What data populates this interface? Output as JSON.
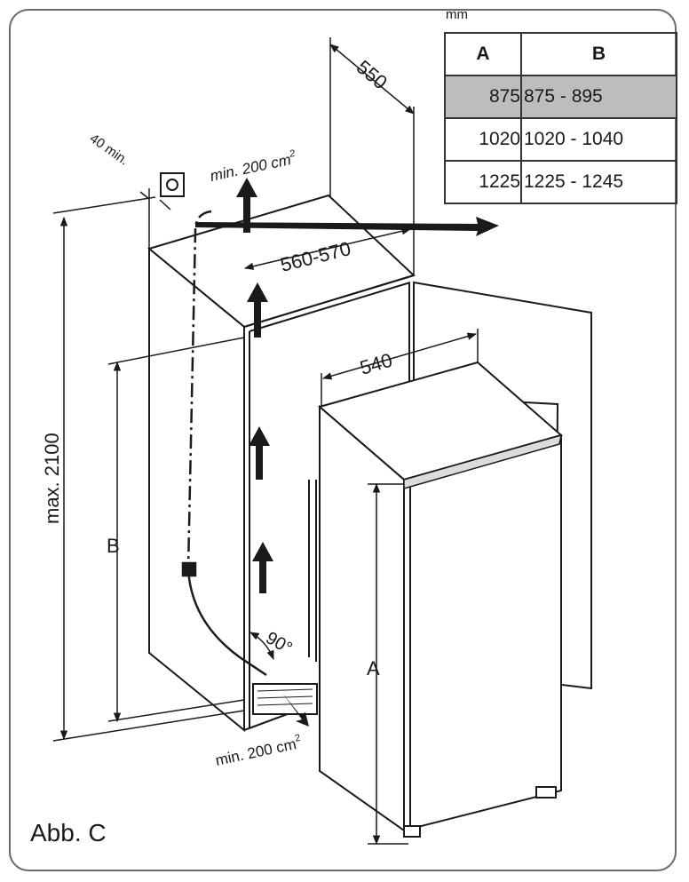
{
  "unit": "mm",
  "table": {
    "headers": [
      "A",
      "B"
    ],
    "rows": [
      {
        "a": "875",
        "b": "875 - 895",
        "highlighted": true
      },
      {
        "a": "1020",
        "b": "1020 - 1040",
        "highlighted": false
      },
      {
        "a": "1225",
        "b": "1225 - 1245",
        "highlighted": false
      }
    ]
  },
  "labels": {
    "depth": "550",
    "width_niche": "560-570",
    "width_appliance": "540",
    "height_max": "max. 2100",
    "niche_height": "B",
    "appliance_height": "A",
    "vent_top": "min. 200 cm",
    "vent_top_sup": "2",
    "vent_bottom": "min. 200 cm",
    "vent_bottom_sup": "2",
    "socket_gap": "40 min.",
    "angle": "90°"
  },
  "caption": "Abb.  C",
  "colors": {
    "line": "#1a1a1a",
    "frame": "#6a6a6a",
    "highlight": "#bdbdbd"
  }
}
